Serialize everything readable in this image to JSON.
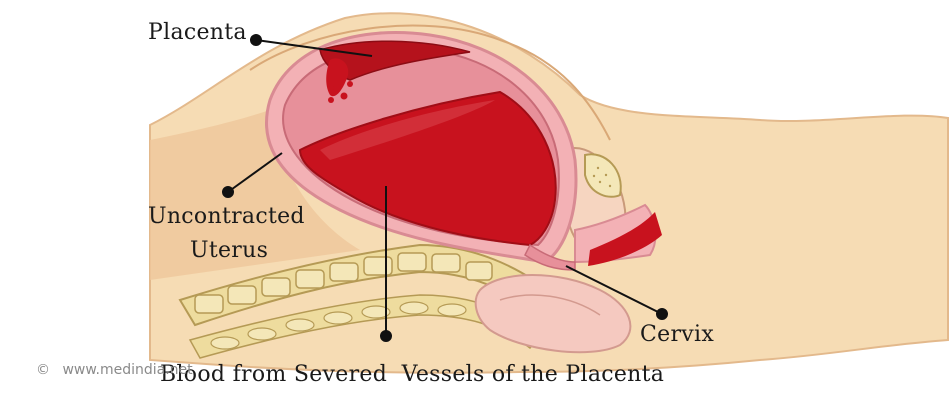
{
  "labels": {
    "placenta": "Placenta",
    "uncontracted_line1": "Uncontracted",
    "uncontracted_line2": "Uterus",
    "cervix": "Cervix",
    "blood": "Blood from Severed  Vessels of the Placenta"
  },
  "watermark": {
    "symbol": "©",
    "text": "www.medindia.net"
  },
  "colors": {
    "skin": "#f6dcb4",
    "skin_shadow": "#eab88a",
    "uterus_wall": "#f3b1b5",
    "uterus_inner": "#e07a86",
    "blood": "#c8121e",
    "blood_dark": "#a00d16",
    "spine": "#eedc9e",
    "spine_outline": "#b59a55",
    "leader_line": "#111111"
  }
}
